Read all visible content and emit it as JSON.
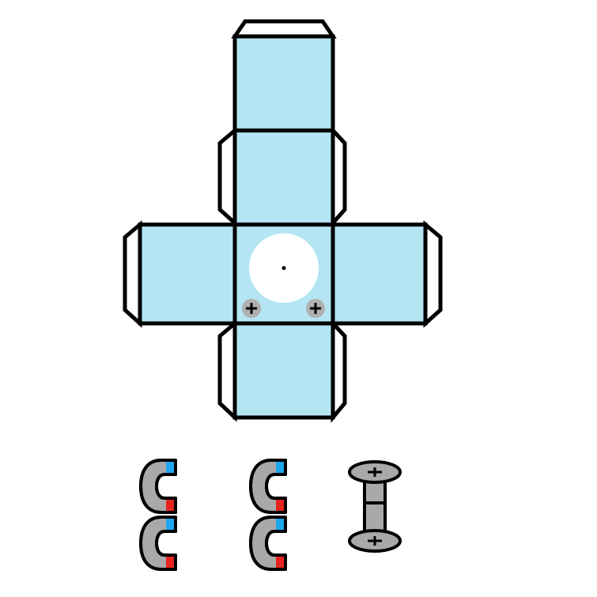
{
  "colors": {
    "face": "#b3e5f3",
    "tab": "#ffffff",
    "outline": "#000000",
    "circle": "#ffffff",
    "screw": "#b0b0b0",
    "magnet_body": "#a9a9a9",
    "magnet_pole_blue": "#1ea7ef",
    "magnet_pole_red": "#e8231f",
    "axle": "#a9a9a9"
  },
  "net": {
    "faces": [
      "top",
      "upper",
      "left",
      "center",
      "right",
      "bottom"
    ],
    "center_mark": "white-circle-with-dot",
    "screws_on_center_face": 2
  },
  "parts": [
    {
      "name": "stacked-horseshoe-magnets",
      "count": 2
    },
    {
      "name": "stacked-horseshoe-magnets",
      "count": 2
    },
    {
      "name": "double-screw-axle",
      "count": 1
    }
  ]
}
